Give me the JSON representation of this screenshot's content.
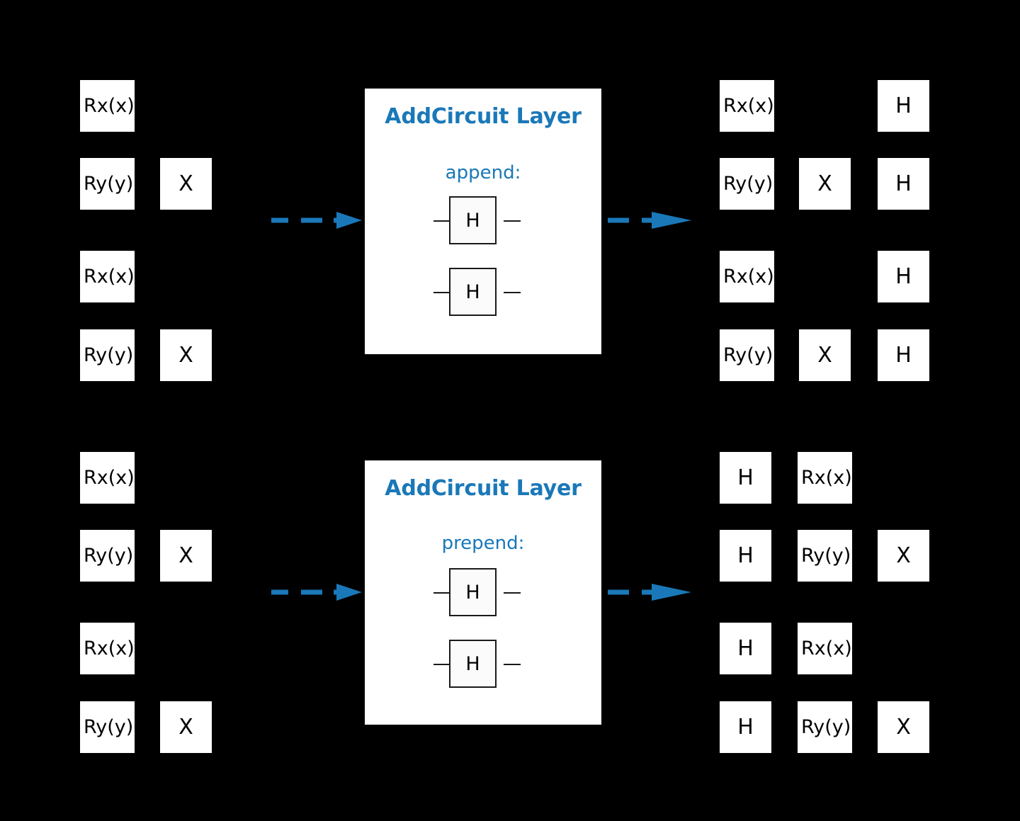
{
  "figure": {
    "background_color": "#000000",
    "accent_color": "#1a78b8",
    "gate_fill": "#ffffff",
    "gate_text_color": "#000000"
  },
  "diagram": {
    "type": "quantum-circuit-transformation",
    "rows": 4,
    "panels": [
      {
        "id": "append",
        "title": "AddCircuit Layer",
        "mode_label": "append:",
        "inner_gates": [
          "H",
          "H"
        ],
        "input_circuit": {
          "columns": 2,
          "rows": [
            [
              "Rx(x)",
              ""
            ],
            [
              "Ry(y)",
              "X"
            ],
            [
              "Rx(x)",
              ""
            ],
            [
              "Ry(y)",
              "X"
            ]
          ]
        },
        "output_circuit": {
          "columns": 3,
          "rows": [
            [
              "Rx(x)",
              "",
              "H"
            ],
            [
              "Ry(y)",
              "X",
              "H"
            ],
            [
              "Rx(x)",
              "",
              "H"
            ],
            [
              "Ry(y)",
              "X",
              "H"
            ]
          ]
        },
        "arrow_in": "dashed-arrow-right",
        "arrow_out": "dashed-arrow-right"
      },
      {
        "id": "prepend",
        "title": "AddCircuit Layer",
        "mode_label": "prepend:",
        "inner_gates": [
          "H",
          "H"
        ],
        "input_circuit": {
          "columns": 2,
          "rows": [
            [
              "Rx(x)",
              ""
            ],
            [
              "Ry(y)",
              "X"
            ],
            [
              "Rx(x)",
              ""
            ],
            [
              "Ry(y)",
              "X"
            ]
          ]
        },
        "output_circuit": {
          "columns": 3,
          "rows": [
            [
              "H",
              "Rx(x)",
              ""
            ],
            [
              "H",
              "Ry(y)",
              "X"
            ],
            [
              "H",
              "Rx(x)",
              ""
            ],
            [
              "H",
              "Ry(y)",
              "X"
            ]
          ]
        },
        "arrow_in": "dashed-arrow-right",
        "arrow_out": "dashed-arrow-right"
      }
    ]
  }
}
